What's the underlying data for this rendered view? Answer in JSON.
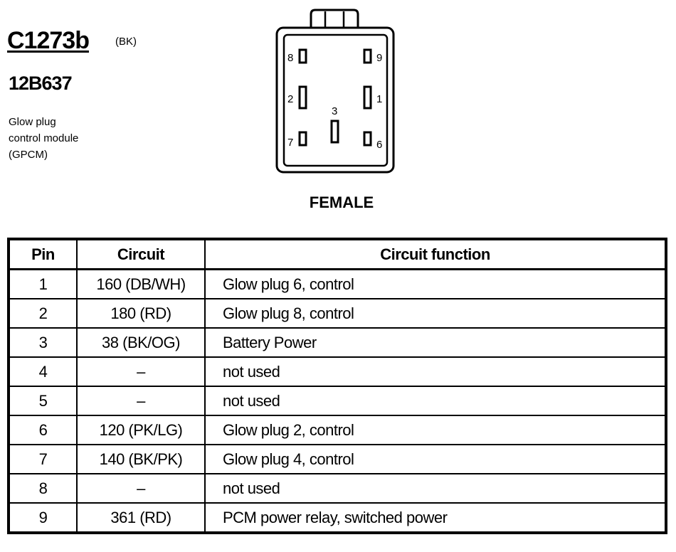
{
  "connector": {
    "id": "C1273b",
    "color_code": "(BK)",
    "part_number": "12B637",
    "description": "Glow plug\ncontrol module\n(GPCM)",
    "gender": "FEMALE",
    "cavity_labels": {
      "p8": "8",
      "p9": "9",
      "p2": "2",
      "p1": "1",
      "p3": "3",
      "p7": "7",
      "p6": "6"
    }
  },
  "table": {
    "headers": [
      "Pin",
      "Circuit",
      "Circuit function"
    ],
    "rows": [
      {
        "pin": "1",
        "circuit": "160 (DB/WH)",
        "function": "Glow plug 6, control"
      },
      {
        "pin": "2",
        "circuit": "180 (RD)",
        "function": "Glow plug 8, control"
      },
      {
        "pin": "3",
        "circuit": "38 (BK/OG)",
        "function": "Battery Power"
      },
      {
        "pin": "4",
        "circuit": "–",
        "function": "not used"
      },
      {
        "pin": "5",
        "circuit": "–",
        "function": "not used"
      },
      {
        "pin": "6",
        "circuit": "120 (PK/LG)",
        "function": "Glow plug 2, control"
      },
      {
        "pin": "7",
        "circuit": "140 (BK/PK)",
        "function": "Glow plug 4, control"
      },
      {
        "pin": "8",
        "circuit": "–",
        "function": "not used"
      },
      {
        "pin": "9",
        "circuit": "361 (RD)",
        "function": "PCM power relay, switched power"
      }
    ]
  }
}
